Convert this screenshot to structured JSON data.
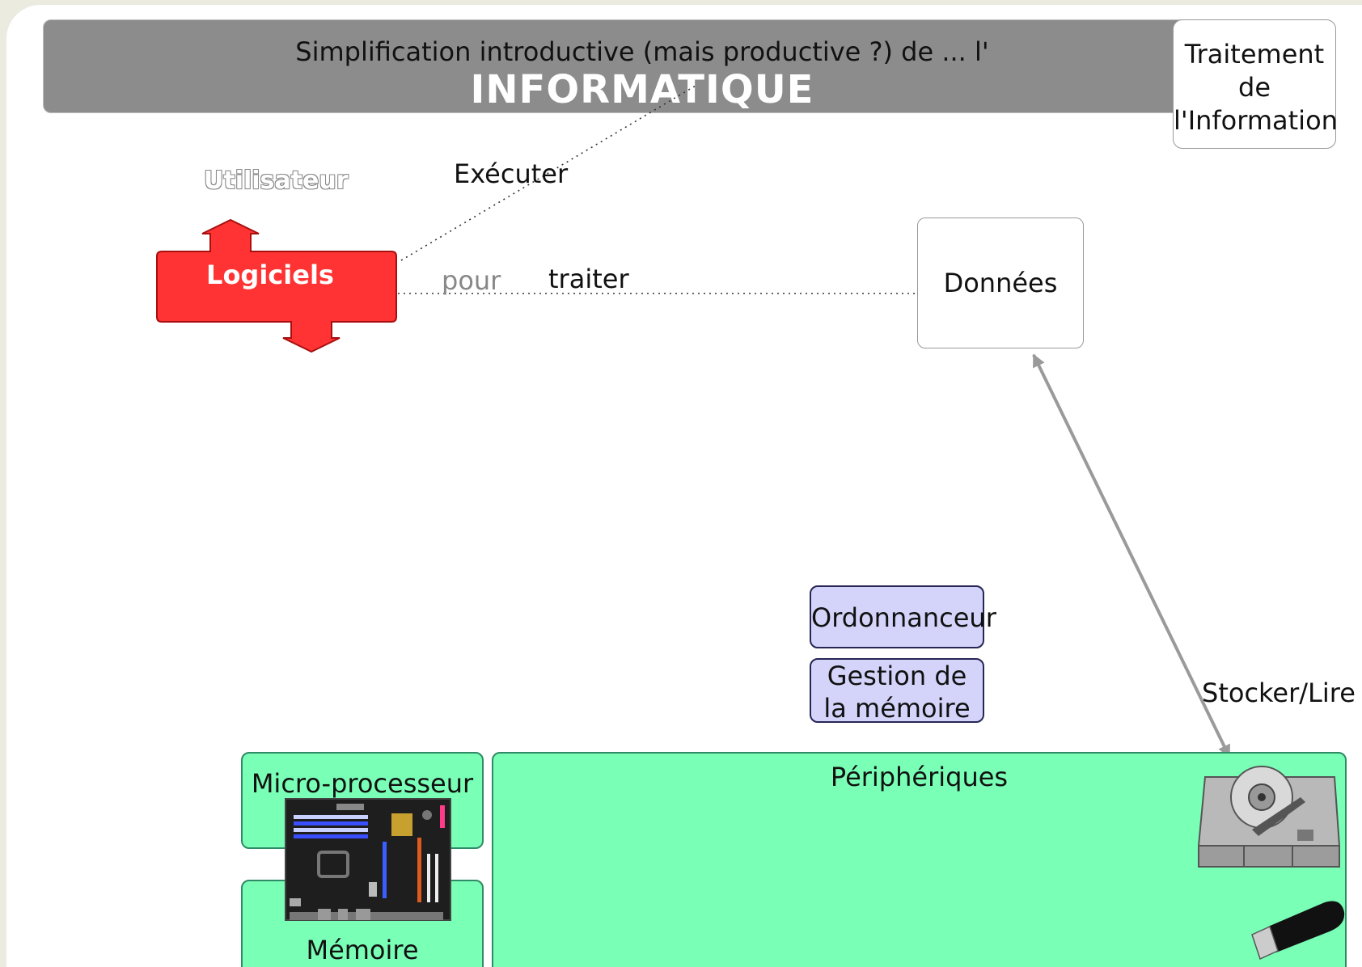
{
  "banner": {
    "subtitle": "Simplification introductive (mais productive ?) de ... l'",
    "title": "INFORMATIQUE"
  },
  "corner_box": {
    "lines": [
      "Traitement",
      "de",
      "l'Information"
    ]
  },
  "user_label": "Utilisateur",
  "software_label": "Logiciels",
  "execute_label": "Exécuter",
  "for_label": "pour",
  "process_label": "traiter",
  "data_label": "Données",
  "scheduler_label": "Ordonnanceur",
  "memory_management_lines": [
    "Gestion de",
    "la mémoire"
  ],
  "store_read_label": "Stocker/Lire",
  "cpu_label": "Micro-processeur",
  "memory_label": "Mémoire",
  "peripherals_label": "Périphériques",
  "colors": {
    "banner": "#8c8c8c",
    "software": "#ff3333",
    "os_boxes": "#d4d4fb",
    "hardware": "#79ffb6"
  },
  "icons": [
    "motherboard-icon",
    "hard-drive-icon",
    "usb-drive-icon"
  ]
}
